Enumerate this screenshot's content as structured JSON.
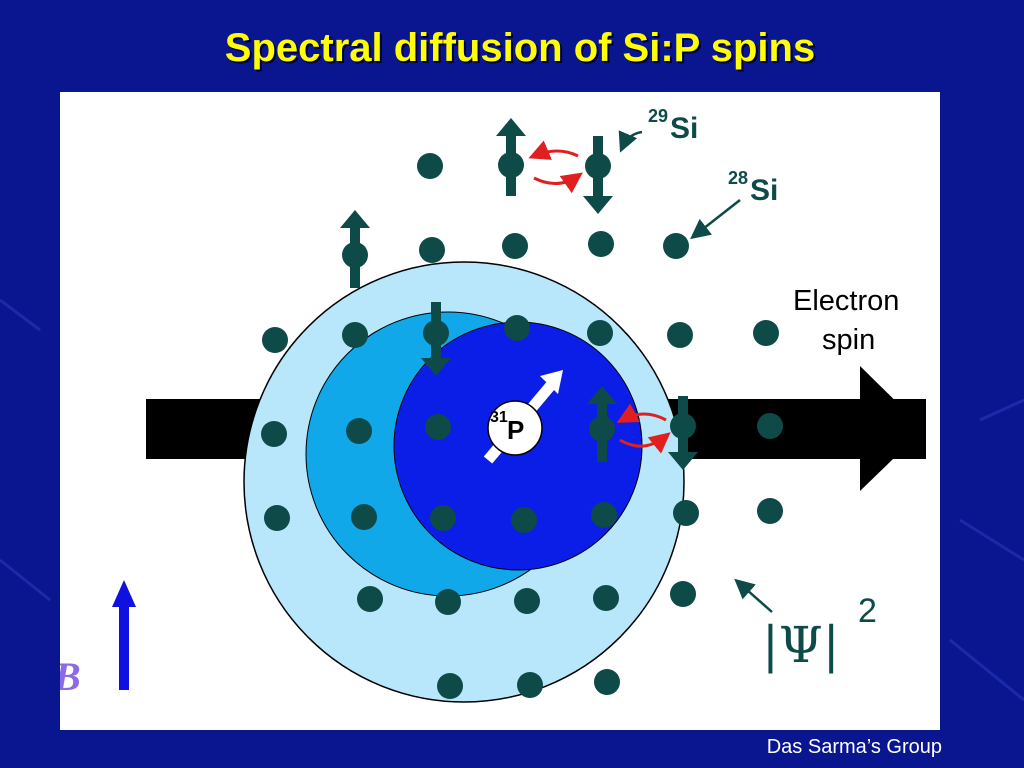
{
  "slide": {
    "title": "Spectral diffusion of Si:P spins",
    "credit": "Das Sarma’s Group"
  },
  "diagram": {
    "label_si29_mass": "29",
    "label_si29_element": "Si",
    "label_si28_mass": "28",
    "label_si28_element": "Si",
    "label_electron_line1": "Electron",
    "label_electron_line2": "spin",
    "label_p31_mass": "31",
    "label_p31_element": "P",
    "label_psi": "|Ψ|",
    "label_psi_power": "2",
    "label_field": "B",
    "colors": {
      "outer_shell": "#b8e6fa",
      "middle_shell": "#10a8e8",
      "inner_shell": "#0a1ee8",
      "atom": "#0d4a48",
      "flip_flop": "#e02020",
      "field_arrow": "#1010e0",
      "field_label": "#8a6ae8"
    }
  }
}
